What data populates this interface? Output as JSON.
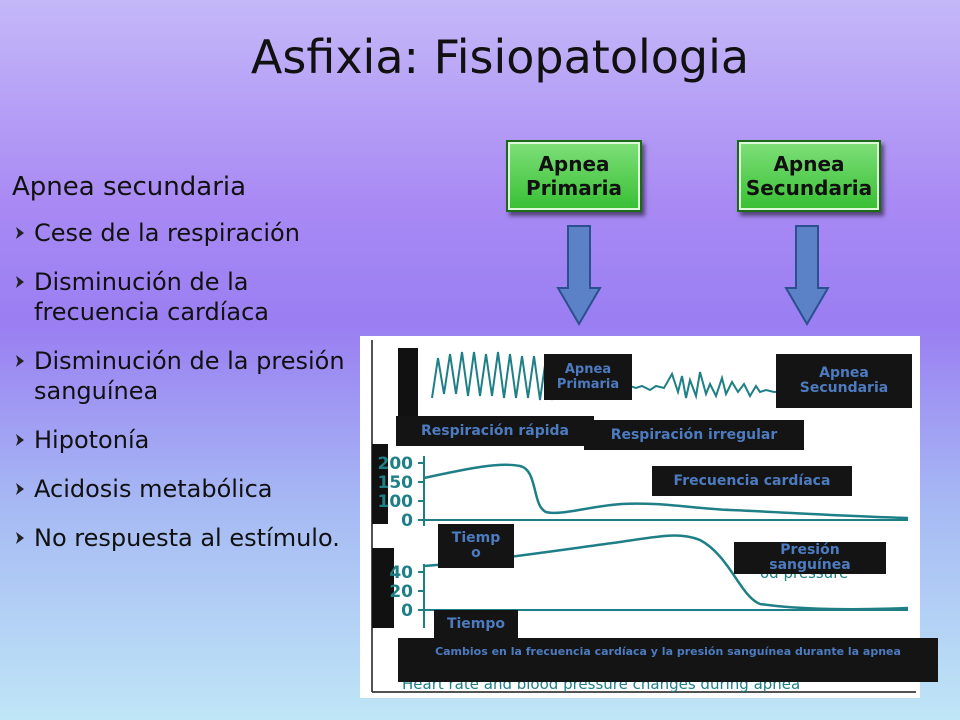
{
  "title": "Asfixia: Fisiopatologia",
  "left": {
    "heading": "Apnea secundaria",
    "bullets": [
      "Cese de la respiración",
      "Disminución de la frecuencia cardíaca",
      "Disminución de la presión sanguínea",
      "Hipotonía",
      "Acidosis metabólica",
      "No respuesta al estímulo."
    ]
  },
  "buttons": {
    "primaria": {
      "line1": "Apnea",
      "line2": "Primaria"
    },
    "secundaria": {
      "line1": "Apnea",
      "line2": "Secundaria"
    }
  },
  "chart": {
    "labels": {
      "apnea_primaria_1": "Apnea",
      "apnea_primaria_2": "Primaria",
      "apnea_secundaria_1": "Apnea",
      "apnea_secundaria_2": "Secundaria",
      "resp_rapida": "Respiración rápida",
      "resp_irregular": "Respiración irregular",
      "frec_cardiaca": "Frecuencia cardíaca",
      "tiempo_1a": "Tiemp",
      "tiempo_1b": "o",
      "presion_1": "Presión",
      "presion_2": "sanguínea",
      "tiempo_2": "Tiempo",
      "caption": "Cambios en la frecuencia cardíaca y la presión sanguínea durante la apnea"
    },
    "hr_ticks": [
      "200",
      "150",
      "100",
      "0"
    ],
    "bp_ticks": [
      "40",
      "20",
      "0"
    ],
    "ghost_text": {
      "bp": "od pressure",
      "caption": "Heart rate and blood pressure changes during apnea"
    }
  },
  "colors": {
    "curve": "#1f7f87",
    "arrow_fill": "#5b82c6",
    "button_green": "#37bf33",
    "label_text": "#4d7bc0"
  },
  "icons": {
    "bullet": "arrow-bullet-icon",
    "down_arrow": "down-arrow-icon"
  }
}
